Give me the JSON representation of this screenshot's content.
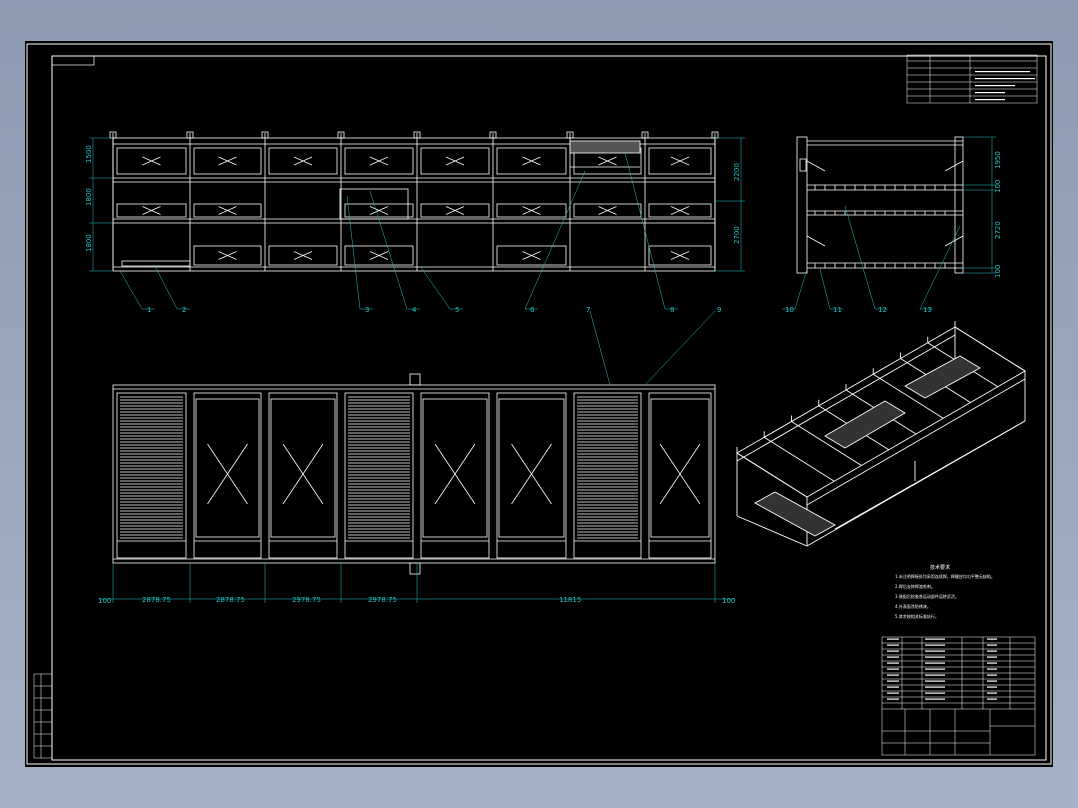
{
  "front_view": {
    "dims_left": [
      "1500",
      "1800",
      "1800"
    ],
    "dims_right": [
      "2200",
      "2700"
    ],
    "leaders": [
      "1",
      "2",
      "3",
      "4",
      "5",
      "6",
      "8"
    ]
  },
  "side_view": {
    "dims_right": [
      "1950",
      "100",
      "2720",
      "100"
    ],
    "leaders": [
      "10",
      "11",
      "12",
      "13"
    ]
  },
  "top_view": {
    "leaders": [
      "7",
      "9"
    ],
    "dims": [
      "100",
      "2878.75",
      "2878.75",
      "2978.75",
      "2978.75",
      "11815",
      "100"
    ]
  },
  "notes": {
    "title": "技术要求",
    "lines": [
      "1.未注明焊接处均采用连续焊，焊缝应均匀平整无缺陷。",
      "2.焊后去除焊渣毛刺。",
      "3.装配后检查各运动部件运转灵活。",
      "4.外表面涂防锈漆。",
      "5.其余按相关标准执行。"
    ]
  }
}
